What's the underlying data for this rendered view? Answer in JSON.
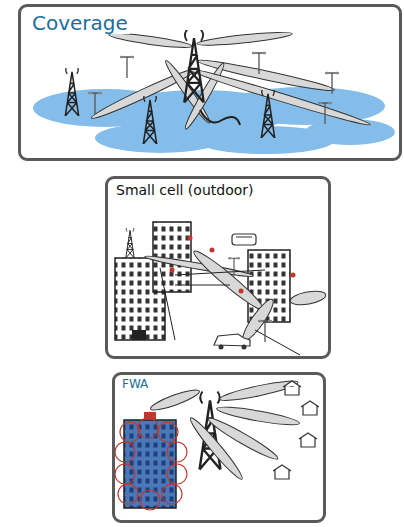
{
  "diagram": {
    "nodes": [
      {
        "text": [
          "Coverage"
        ]
      },
      {
        "text": [
          "Small cell (outdoor)"
        ]
      },
      {
        "text": [
          "FWA"
        ]
      }
    ]
  }
}
